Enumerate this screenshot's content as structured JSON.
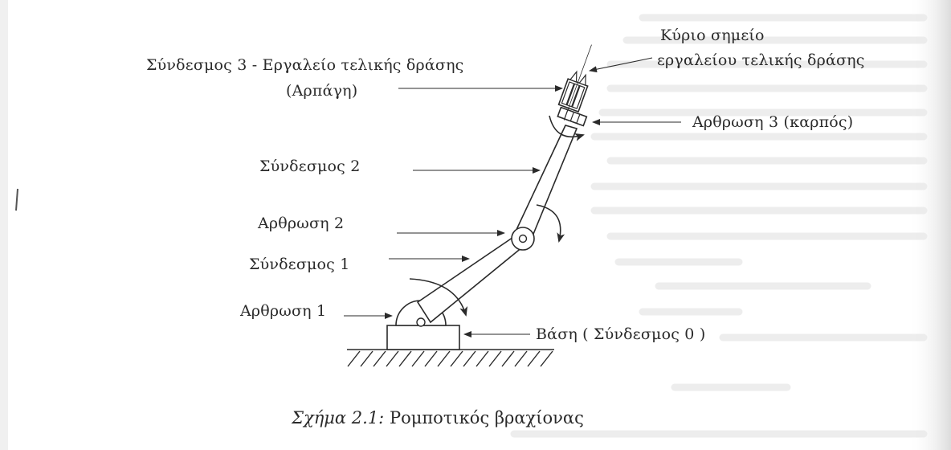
{
  "labels": {
    "link3_tool_line1": "Σύνδεσμος 3 - Εργαλείο τελικής δράσης",
    "link3_tool_line2": "(Αρπάγη)",
    "tool_point_line1": "Κύριο σημείο",
    "tool_point_line2": "εργαλείου τελικής δράσης",
    "joint3": "Αρθρωση 3 (καρπός)",
    "link2": "Σύνδεσμος 2",
    "joint2": "Αρθρωση 2",
    "link1": "Σύνδεσμος 1",
    "joint1": "Αρθρωση 1",
    "base": "Βάση ( Σύνδεσμος 0 )"
  },
  "caption": {
    "figure_number": "Σχήμα 2.1:",
    "text": "Ρομποτικός βραχίονας"
  },
  "colors": {
    "ink": "#2a2a2a",
    "page_shadow": "#e6e6e6"
  }
}
